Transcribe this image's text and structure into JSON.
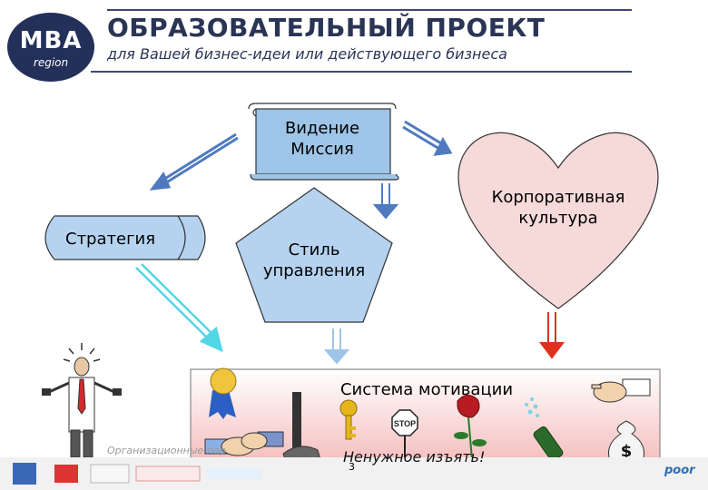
{
  "header": {
    "logo_main": "MBA",
    "logo_sub": "region",
    "title": "ОБРАЗОВАТЕЛЬНЫЙ ПРОЕКТ",
    "subtitle": "для Вашей бизнес-идеи или действующего бизнеса"
  },
  "diagram": {
    "vision_mission": [
      "Видение",
      "Миссия"
    ],
    "strategy": "Стратегия",
    "management_style": [
      "Стиль",
      "управления"
    ],
    "corporate_culture": [
      "Корпоративная",
      "культура"
    ],
    "motivation_system": "Система мотивации",
    "bottom_phrase": "Ненужное изъять!"
  },
  "icons": {
    "person": "businessman-icon",
    "ribbon": "award-ribbon-icon",
    "handshake": "handshake-icon",
    "hammer": "hammer-icon",
    "key": "key-icon",
    "stop": "stop-sign-icon",
    "rose": "rose-icon",
    "champagne": "champagne-icon",
    "pointing_hand": "pointing-hand-icon",
    "money_bag": "money-bag-icon"
  },
  "stop_text": "STOP",
  "money_symbol": "$",
  "footer": {
    "text": "Организационные пар",
    "page_number": "3",
    "partner_right": "poor"
  },
  "colors": {
    "brand_navy": "#23305a",
    "scroll_blue": "#9ec5e8",
    "pentagon_blue": "#b5d3f0",
    "heart_pink": "#f6d9d9",
    "arrow_blue": "#4f7ac0",
    "arrow_cyan": "#52d6e6",
    "arrow_red": "#e0301e"
  }
}
